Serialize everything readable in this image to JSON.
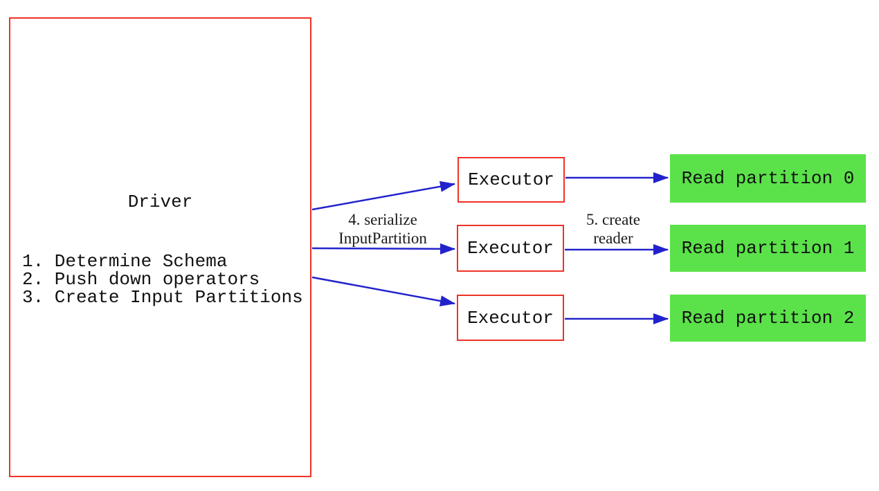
{
  "colors": {
    "red": "#ee3226",
    "blue": "#2222cc",
    "green": "#5be24a",
    "text": "#111111",
    "background": "#ffffff"
  },
  "driver": {
    "title": "Driver",
    "steps": [
      "1. Determine Schema",
      "2. Push down operators",
      "3. Create Input Partitions"
    ]
  },
  "executors": [
    {
      "label": "Executor"
    },
    {
      "label": "Executor"
    },
    {
      "label": "Executor"
    }
  ],
  "partitions": [
    {
      "label": "Read partition 0"
    },
    {
      "label": "Read partition 1"
    },
    {
      "label": "Read partition 2"
    }
  ],
  "arrow_labels": {
    "serialize": {
      "line1": "4. serialize",
      "line2": "InputPartition"
    },
    "create_reader": {
      "line1": "5. create",
      "line2": "reader"
    }
  }
}
